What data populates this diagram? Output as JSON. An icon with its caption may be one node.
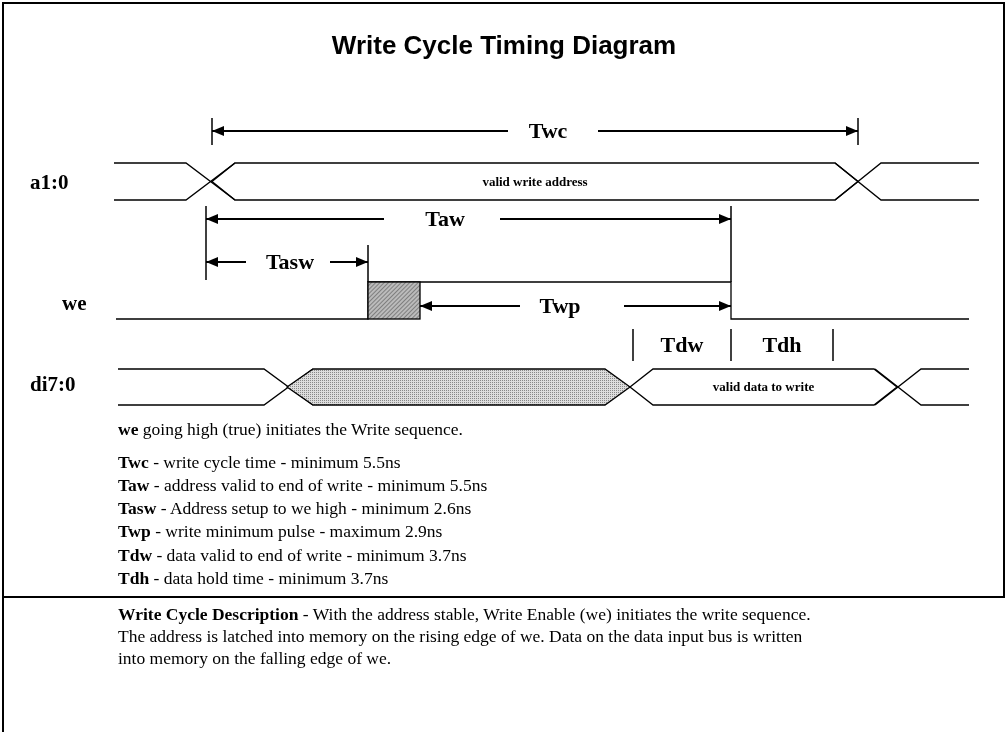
{
  "diagram": {
    "title": "Write Cycle Timing Diagram",
    "nodes": [
      {
        "text": [
          "valid write address"
        ]
      },
      {
        "text": [
          "valid data to write"
        ]
      }
    ],
    "labels": [
      "Twc",
      "a1:0",
      "Taw",
      "Tasw",
      "we",
      "Twp",
      "Tdw",
      "Tdh",
      "di7:0",
      "**we** going high (true) initiates the Write sequence.",
      "**Twc** - write cycle time - minimum 5.5ns",
      "**Taw** - address valid to end of write - minimum 5.5ns",
      "**Tasw** - Address setup to we high - minimum 2.6ns",
      "**Twp** - write minimum pulse - maximum 2.9ns",
      "**Tdw** - data valid to end of write - minimum 3.7ns",
      "**Tdh** - data hold time - minimum 3.7ns",
      "**Write Cycle Description** - With the address stable, Write Enable (we) initiates the write sequence. The address is latched into memory on the rising edge of we. Data on the data input bus is written into memory on the falling edge of we."
    ]
  }
}
